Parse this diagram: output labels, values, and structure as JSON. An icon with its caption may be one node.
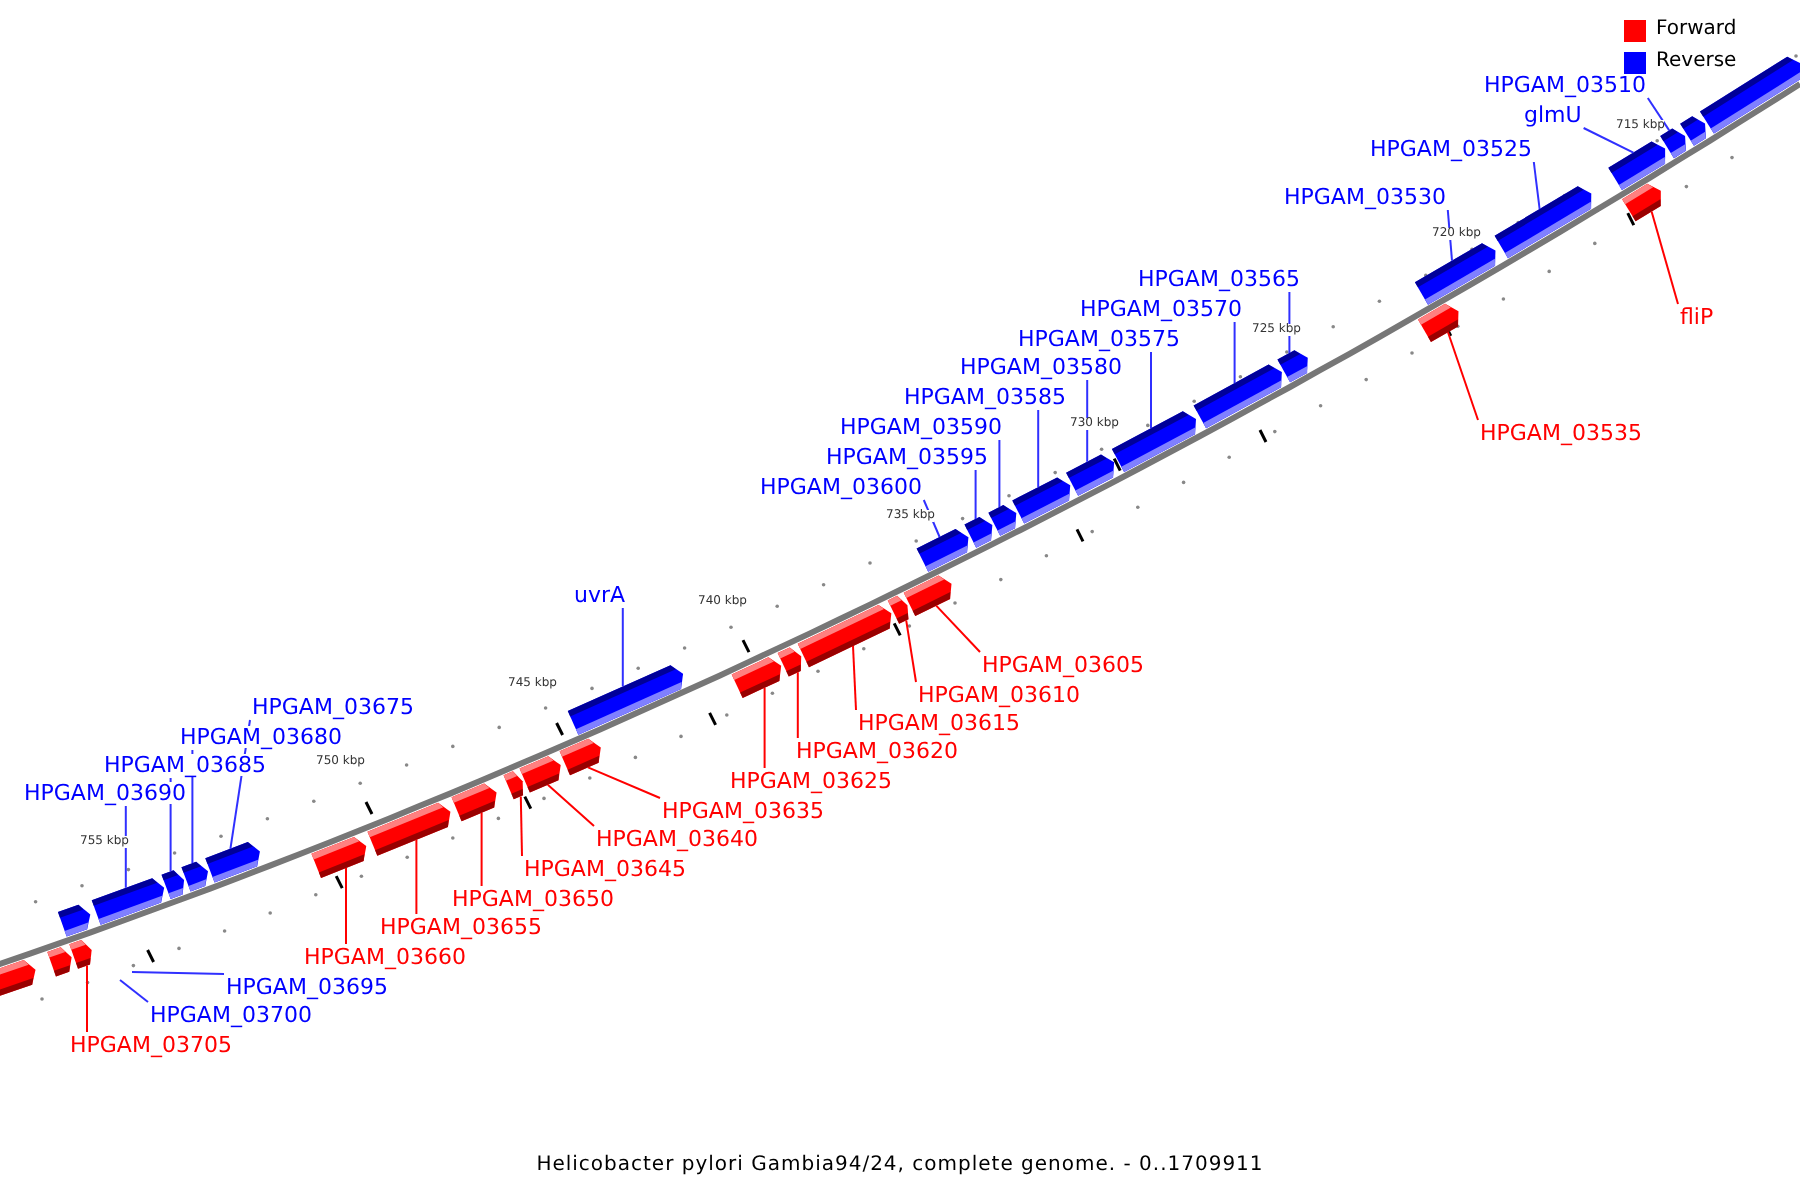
{
  "diagram": {
    "caption": "Helicobacter pylori Gambia94/24, complete genome. - 0..1709911",
    "nodes": [
      {
        "text": [],
        "shape": "bar"
      },
      {
        "text": [],
        "shape": "bar"
      },
      {
        "text": [
          "HPGAM_03510"
        ]
      },
      {
        "text": [],
        "shape": "bar"
      },
      {
        "text": [
          "glmU"
        ]
      },
      {
        "text": [],
        "shape": "bar"
      },
      {
        "text": [
          "fliP"
        ]
      },
      {
        "text": [],
        "shape": "bar"
      },
      {
        "text": [
          "HPGAM_03525"
        ]
      },
      {
        "text": [],
        "shape": "bar"
      },
      {
        "text": [
          "HPGAM_03530"
        ]
      },
      {
        "text": [],
        "shape": "bar"
      },
      {
        "text": [
          "HPGAM_03535"
        ]
      },
      {
        "text": [],
        "shape": "bar"
      },
      {
        "text": [
          "HPGAM_03565"
        ]
      },
      {
        "text": [],
        "shape": "bar"
      },
      {
        "text": [
          "HPGAM_03570"
        ]
      },
      {
        "text": [],
        "shape": "bar"
      },
      {
        "text": [
          "HPGAM_03575"
        ]
      },
      {
        "text": [],
        "shape": "bar"
      },
      {
        "text": [
          "HPGAM_03580"
        ]
      },
      {
        "text": [],
        "shape": "bar"
      },
      {
        "text": [
          "HPGAM_03585"
        ]
      },
      {
        "text": [],
        "shape": "bar"
      },
      {
        "text": [
          "HPGAM_03590"
        ]
      },
      {
        "text": [],
        "shape": "bar"
      },
      {
        "text": [
          "HPGAM_03595"
        ]
      },
      {
        "text": [],
        "shape": "bar"
      },
      {
        "text": [
          "HPGAM_03600"
        ]
      },
      {
        "text": [],
        "shape": "bar"
      },
      {
        "text": [
          "HPGAM_03605"
        ]
      },
      {
        "text": [],
        "shape": "bar"
      },
      {
        "text": [
          "HPGAM_03610"
        ]
      },
      {
        "text": [],
        "shape": "bar"
      },
      {
        "text": [
          "HPGAM_03615"
        ]
      },
      {
        "text": [],
        "shape": "bar"
      },
      {
        "text": [
          "HPGAM_03620"
        ]
      },
      {
        "text": [],
        "shape": "bar"
      },
      {
        "text": [
          "HPGAM_03625"
        ]
      },
      {
        "text": [],
        "shape": "bar"
      },
      {
        "text": [
          "uvrA"
        ]
      },
      {
        "text": [],
        "shape": "bar"
      },
      {
        "text": [
          "HPGAM_03635"
        ]
      },
      {
        "text": [],
        "shape": "bar"
      },
      {
        "text": [
          "HPGAM_03640"
        ]
      },
      {
        "text": [],
        "shape": "bar"
      },
      {
        "text": [
          "HPGAM_03645"
        ]
      },
      {
        "text": [],
        "shape": "bar"
      },
      {
        "text": [
          "HPGAM_03650"
        ]
      },
      {
        "text": [],
        "shape": "bar"
      },
      {
        "text": [
          "HPGAM_03655"
        ]
      },
      {
        "text": [],
        "shape": "bar"
      },
      {
        "text": [
          "HPGAM_03660"
        ]
      },
      {
        "text": [],
        "shape": "bar"
      },
      {
        "text": [
          "HPGAM_03675"
        ]
      },
      {
        "text": [],
        "shape": "bar"
      },
      {
        "text": [
          "HPGAM_03680"
        ]
      },
      {
        "text": [],
        "shape": "bar"
      },
      {
        "text": [
          "HPGAM_03685"
        ]
      },
      {
        "text": [],
        "shape": "bar"
      },
      {
        "text": [
          "HPGAM_03690"
        ]
      },
      {
        "text": [],
        "shape": "bar"
      },
      {
        "text": [],
        "shape": "bar"
      },
      {
        "text": [
          "HPGAM_03695"
        ]
      },
      {
        "text": [
          "HPGAM_03700"
        ]
      },
      {
        "text": [
          "HPGAM_03705"
        ]
      },
      {
        "text": [],
        "shape": "bar"
      },
      {
        "text": [],
        "shape": "bar"
      },
      {
        "text": [],
        "shape": "bar"
      }
    ],
    "edges": [
      {
        "from": 2,
        "to": 3,
        "arrow": "none"
      },
      {
        "from": 4,
        "to": 5,
        "arrow": "none"
      },
      {
        "from": 6,
        "to": 7,
        "arrow": "none",
        "color": "#ff0000"
      },
      {
        "from": 8,
        "to": 9,
        "arrow": "none"
      },
      {
        "from": 10,
        "to": 11,
        "arrow": "none"
      },
      {
        "from": 12,
        "to": 13,
        "arrow": "none",
        "color": "#ff0000"
      },
      {
        "from": 14,
        "to": 15,
        "arrow": "none"
      },
      {
        "from": 16,
        "to": 17,
        "arrow": "none"
      },
      {
        "from": 18,
        "to": 19,
        "arrow": "none"
      },
      {
        "from": 20,
        "to": 21,
        "arrow": "none"
      },
      {
        "from": 22,
        "to": 23,
        "arrow": "none"
      },
      {
        "from": 24,
        "to": 25,
        "arrow": "none"
      },
      {
        "from": 26,
        "to": 27,
        "arrow": "none"
      },
      {
        "from": 28,
        "to": 29,
        "arrow": "none"
      },
      {
        "from": 30,
        "to": 31,
        "arrow": "none",
        "color": "#ff0000"
      },
      {
        "from": 32,
        "to": 33,
        "arrow": "none",
        "color": "#ff0000"
      },
      {
        "from": 34,
        "to": 35,
        "arrow": "none",
        "color": "#ff0000"
      },
      {
        "from": 36,
        "to": 37,
        "arrow": "none",
        "color": "#ff0000"
      },
      {
        "from": 38,
        "to": 39,
        "arrow": "none",
        "color": "#ff0000"
      },
      {
        "from": 40,
        "to": 41,
        "arrow": "none"
      },
      {
        "from": 42,
        "to": 43,
        "arrow": "none",
        "color": "#ff0000"
      },
      {
        "from": 44,
        "to": 45,
        "arrow": "none",
        "color": "#ff0000"
      },
      {
        "from": 46,
        "to": 47,
        "arrow": "none",
        "color": "#ff0000"
      },
      {
        "from": 48,
        "to": 49,
        "arrow": "none",
        "color": "#ff0000"
      },
      {
        "from": 50,
        "to": 51,
        "arrow": "none",
        "color": "#ff0000"
      },
      {
        "from": 52,
        "to": 53,
        "arrow": "none",
        "color": "#ff0000"
      },
      {
        "from": 54,
        "to": 55,
        "arrow": "none"
      },
      {
        "from": 56,
        "to": 57,
        "arrow": "none"
      },
      {
        "from": 58,
        "to": 59,
        "arrow": "none"
      },
      {
        "from": 60,
        "to": 61,
        "arrow": "none"
      },
      {
        "from": 63,
        "to": null,
        "arrow": "none"
      },
      {
        "from": 64,
        "to": null,
        "arrow": "none"
      },
      {
        "from": 65,
        "to": 66,
        "arrow": "none",
        "color": "#ff0000"
      }
    ],
    "labels": [
      "715 kbp",
      "720 kbp",
      "725 kbp",
      "730 kbp",
      "735 kbp",
      "740 kbp",
      "745 kbp",
      "750 kbp",
      "755 kbp"
    ],
    "legend": [
      {
        "text": "Forward",
        "color": "#ff0000"
      },
      {
        "text": "Reverse",
        "color": "#0000ff"
      }
    ]
  }
}
